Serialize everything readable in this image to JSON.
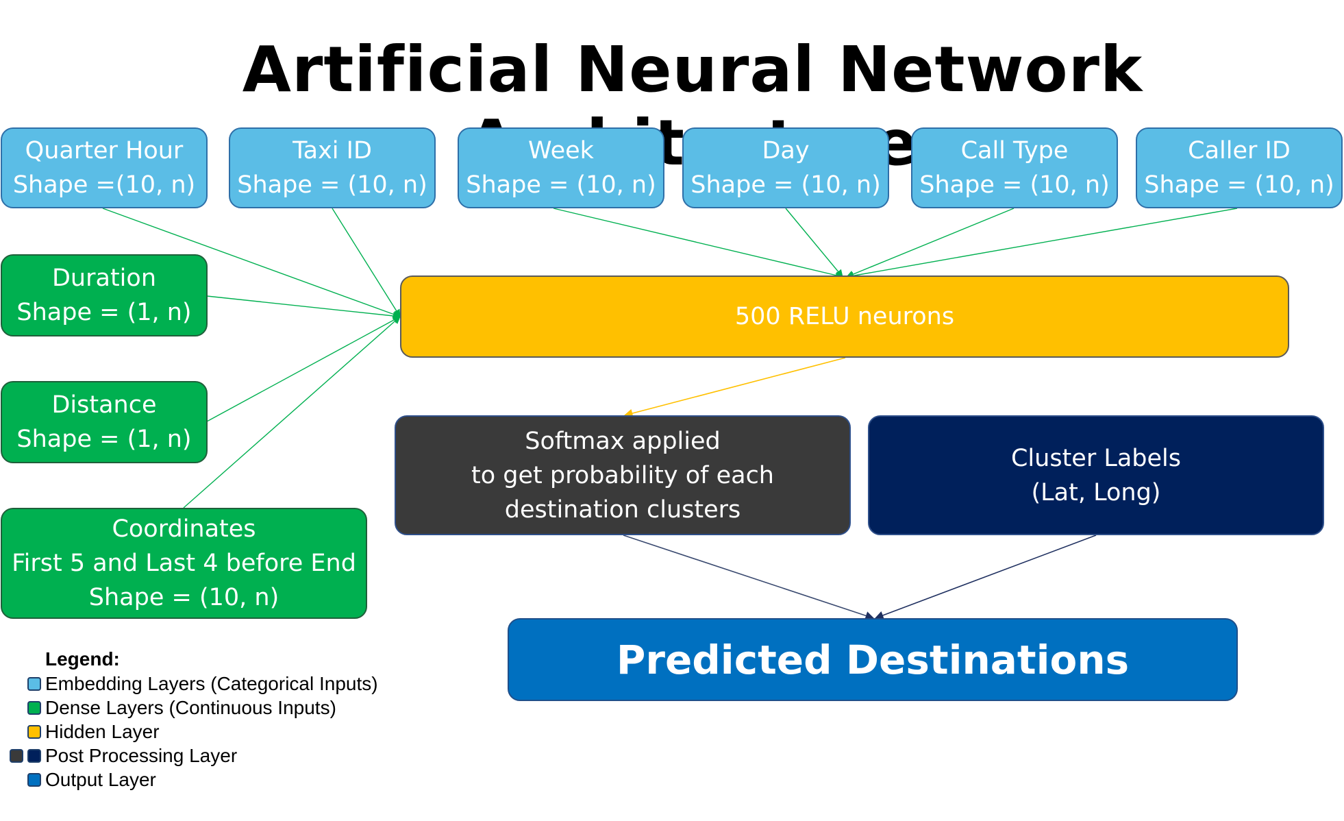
{
  "title": "Artificial Neural Network Architecture",
  "inputs": {
    "quarter_hour": [
      "Quarter Hour",
      "Shape =(10, n)"
    ],
    "taxi_id": [
      "Taxi ID",
      "Shape = (10, n)"
    ],
    "week": [
      "Week",
      "Shape = (10, n)"
    ],
    "day": [
      "Day",
      "Shape = (10, n)"
    ],
    "call_type": [
      "Call Type",
      "Shape = (10, n)"
    ],
    "caller_id": [
      "Caller ID",
      "Shape = (10, n)"
    ],
    "duration": [
      "Duration",
      "Shape = (1, n)"
    ],
    "distance": [
      "Distance",
      "Shape = (1, n)"
    ],
    "coordinates": [
      "Coordinates",
      "First 5 and Last 4 before End",
      "Shape = (10, n)"
    ]
  },
  "hidden": "500 RELU neurons",
  "softmax": [
    "Softmax  applied",
    "to get probability of each",
    "destination clusters"
  ],
  "clusters": [
    "Cluster Labels",
    "(Lat, Long)"
  ],
  "output": "Predicted Destinations",
  "legend": {
    "heading": "Legend:",
    "items": [
      "Embedding Layers (Categorical Inputs)",
      "Dense Layers (Continuous Inputs)",
      "Hidden Layer",
      "Post Processing Layer",
      "Output Layer"
    ]
  },
  "colors": {
    "embedding": "#5bbde6",
    "dense": "#00b050",
    "hidden": "#ffc000",
    "post_dark": "#3a3a3a",
    "post_navy": "#00205b",
    "output": "#0070c0"
  }
}
